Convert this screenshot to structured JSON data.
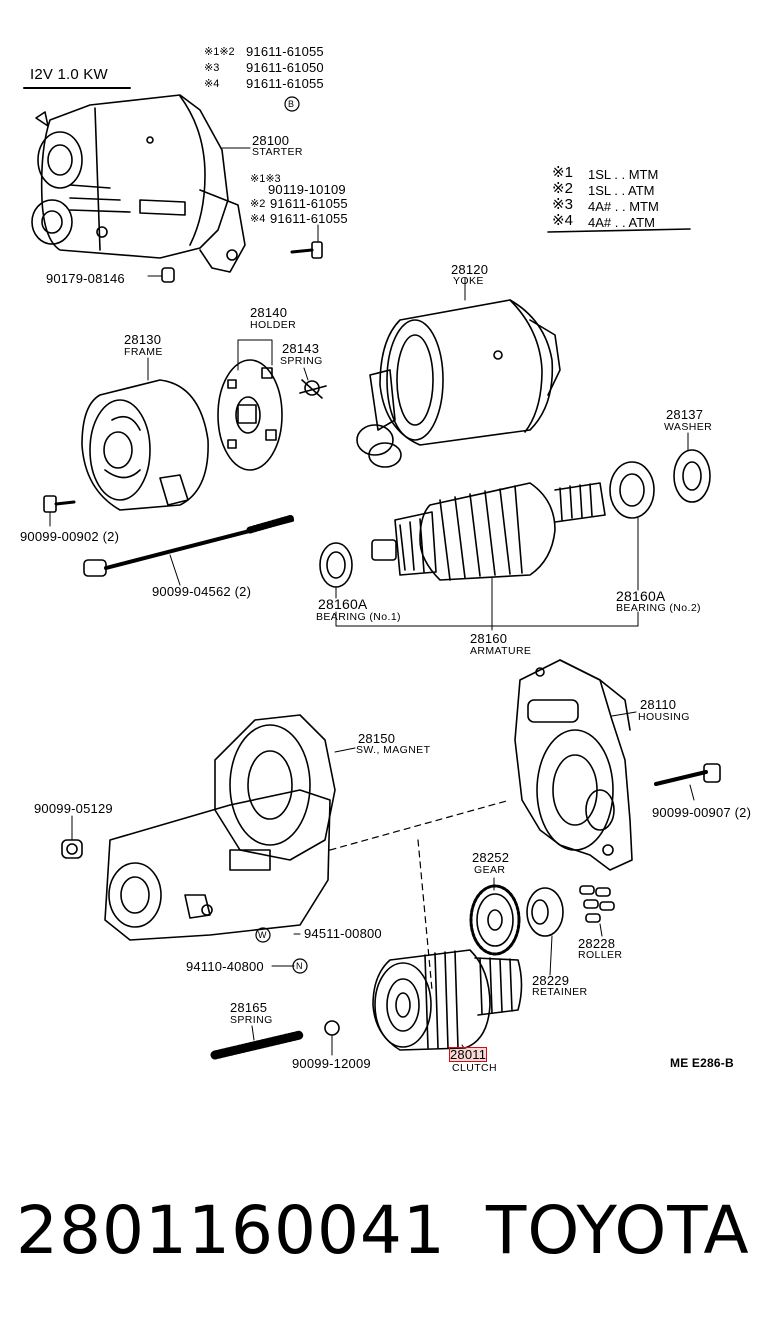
{
  "header": {
    "spec": "I2V  1.0 KW"
  },
  "top_refs": [
    {
      "mark": "※1※2",
      "code": "91611-61055"
    },
    {
      "mark": "※3",
      "code": "91611-61050"
    },
    {
      "mark": "※4",
      "code": "91611-61055"
    }
  ],
  "circle_b": "B",
  "legend": [
    {
      "mark": "※1",
      "text": "1SL . . MTM"
    },
    {
      "mark": "※2",
      "text": "1SL . . ATM"
    },
    {
      "mark": "※3",
      "text": "4A# . . MTM"
    },
    {
      "mark": "※4",
      "text": "4A# . . ATM"
    }
  ],
  "starter_refs": [
    {
      "mark": "※1※3",
      "code": ""
    },
    {
      "mark": "",
      "code": "90119-10109"
    },
    {
      "mark": "※2",
      "code": "91611-61055"
    },
    {
      "mark": "※4",
      "code": "91611-61055"
    }
  ],
  "parts": {
    "starter": {
      "num": "28100",
      "name": "STARTER"
    },
    "yoke": {
      "num": "28120",
      "name": "YOKE"
    },
    "holder": {
      "num": "28140",
      "name": "HOLDER"
    },
    "spring_b": {
      "num": "28143",
      "name": "SPRING"
    },
    "frame": {
      "num": "28130",
      "name": "FRAME"
    },
    "washer": {
      "num": "28137",
      "name": "WASHER"
    },
    "bearing1": {
      "num": "28160A",
      "name": "BEARING (No.1)"
    },
    "bearing2": {
      "num": "28160A",
      "name": "BEARING (No.2)"
    },
    "armature": {
      "num": "28160",
      "name": "ARMATURE"
    },
    "housing": {
      "num": "28110",
      "name": "HOUSING"
    },
    "magnet": {
      "num": "28150",
      "name": "SW., MAGNET"
    },
    "gear": {
      "num": "28252",
      "name": "GEAR"
    },
    "roller": {
      "num": "28228",
      "name": "ROLLER"
    },
    "retainer": {
      "num": "28229",
      "name": "RETAINER"
    },
    "spring_c": {
      "num": "28165",
      "name": "SPRING"
    },
    "clutch": {
      "num": "28011",
      "name": "CLUTCH"
    }
  },
  "bolts": {
    "b1": "90179-08146",
    "b2": "90099-00902 (2)",
    "b3": "90099-04562 (2)",
    "b4": "90099-05129",
    "b5": "90099-00907 (2)",
    "b6": "94511-00800",
    "b7": "94110-40800",
    "b8": "90099-12009"
  },
  "circle_w": "W",
  "circle_n": "N",
  "diagram_code": "ME E286-B",
  "footer": {
    "part_number": "2801160041",
    "brand": "TOYOTA"
  },
  "colors": {
    "ink": "#000000",
    "highlight": "#d01010"
  }
}
